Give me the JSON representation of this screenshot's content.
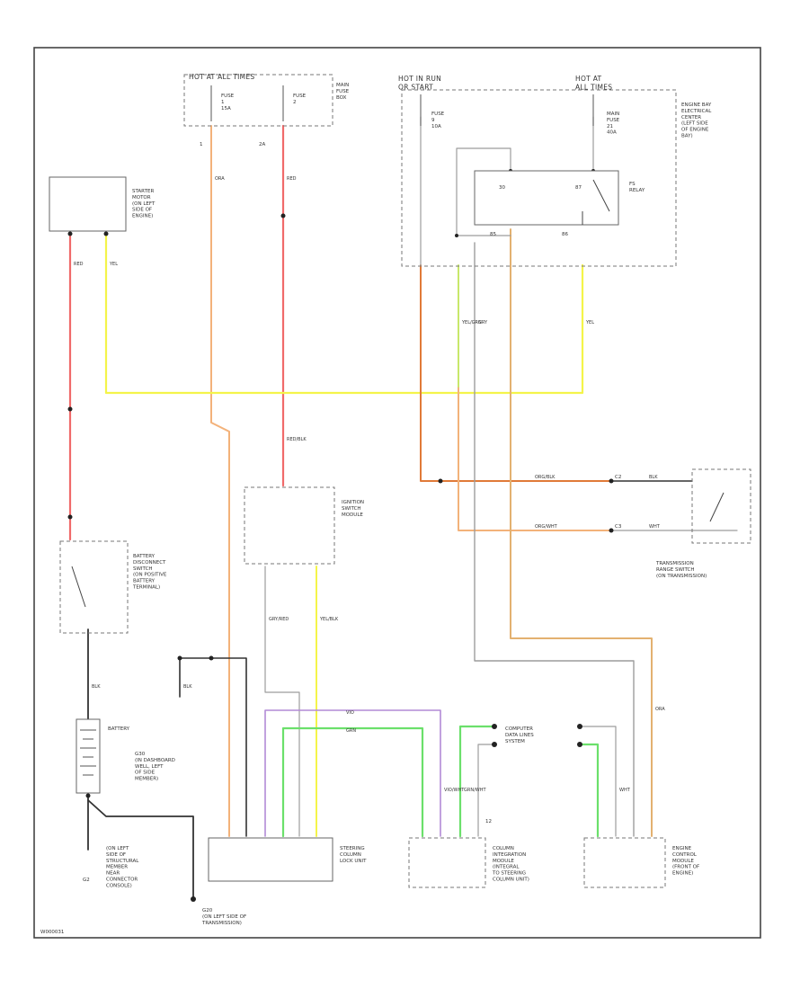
{
  "colors": {
    "red": "#f06a6a",
    "yellow": "#f4f44a",
    "orange": "#f3b27a",
    "tan": "#e3b170",
    "black": "#333333",
    "gray": "#9c9c9c",
    "violet": "#b28ad6",
    "green": "#6be06b",
    "orange_dark": "#e07a38"
  },
  "power": {
    "hot_all": "HOT AT ALL TIMES",
    "fuse_1": "FUSE\n1\n15A",
    "fuse_2": "FUSE\n2",
    "fuse_box": "MAIN\nFUSE\nBOX",
    "pin_1": "1",
    "pin_2a": "2A",
    "hot_run": "HOT IN RUN\nOR START",
    "hot_all_right": "HOT AT\nALL TIMES",
    "fuse_9": "FUSE\n9\n10A",
    "main_fuse_21": "MAIN\nFUSE\n21\n40A"
  },
  "components": {
    "engine_bay": "ENGINE BAY\nELECTRICAL\nCENTER\n(LEFT SIDE\nOF ENGINE\nBAY)",
    "fs_relay": "FS\nRELAY",
    "starter_motor": "STARTER\nMOTOR\n(ON LEFT\nSIDE OF\nENGINE)",
    "ignition_switch": "IGNITION\nSWITCH\nMODULE",
    "trans_range": "TRANSMISSION\nRANGE SWITCH\n(ON TRANSMISSION)",
    "battery_disconnect": "BATTERY\nDISCONNECT\nSWITCH\n(ON POSITIVE\nBATTERY\nTERMINAL)",
    "battery": "BATTERY",
    "g30": "G30\n(IN DASHBOARD\nWELL, LEFT\nOF SIDE\nMEMBER)",
    "g_left": "(ON LEFT\nSIDE OF\nSTRUCTURAL\nMEMBER\nNEAR\nCONNECTOR\nCONSOLE)",
    "g_left_num": "G2",
    "g20": "G20\n(ON LEFT SIDE OF\nTRANSMISSION)",
    "computer_data": "COMPUTER\nDATA LINES\nSYSTEM",
    "steering_lock": "STEERING\nCOLUMN\nLOCK UNIT",
    "column_module": "COLUMN\nINTEGRATION\nMODULE\n(INTEGRAL\nTO STEERING\nCOLUMN UNIT)",
    "engine_module": "ENGINE\nCONTROL\nMODULE\n(FRONT OF\nENGINE)"
  },
  "wires": {
    "red": "RED",
    "yel": "YEL",
    "ora": "ORA",
    "wht": "WHT",
    "blk": "BLK",
    "org_blk": "ORG/BLK",
    "org_wht": "ORG/WHT",
    "red_blk": "RED/BLK",
    "yel_blk": "YEL/BLK",
    "yel_grn": "YEL/GRN",
    "gry": "GRY",
    "vio": "VIO",
    "grn": "GRN",
    "gry_red": "GRY/RED",
    "vio_wht": "VIO/WHT",
    "grn_wht": "GRN/WHT"
  },
  "pins": {
    "p30": "30",
    "p87": "87",
    "p85": "85",
    "p86": "86",
    "c2": "C2",
    "c3": "C3",
    "p12": "12"
  },
  "footer": {
    "code": "W000031"
  }
}
